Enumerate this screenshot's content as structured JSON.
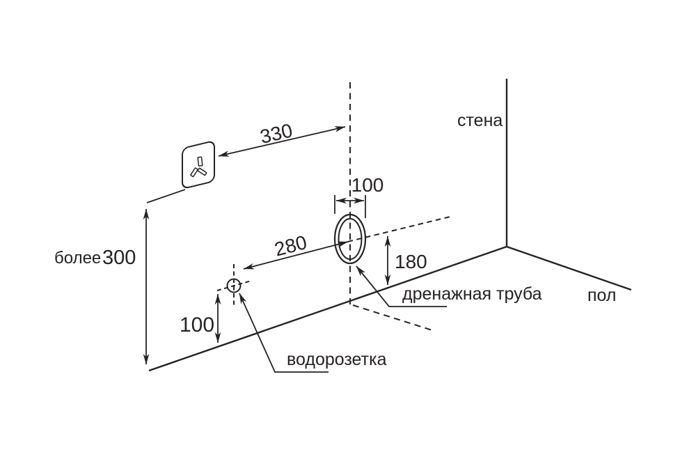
{
  "labels": {
    "wall": "стена",
    "floor": "пол",
    "drain_pipe": "дренажная труба",
    "water_outlet": "водорозетка",
    "min_qualifier": "более"
  },
  "dimensions": {
    "socket_to_pipe_axis": "330",
    "pipe_diameter": "100",
    "pipe_axis_to_outlet": "280",
    "pipe_center_height": "180",
    "outlet_height": "100",
    "socket_min_height": "300"
  },
  "icons": {
    "power_socket": "three-pin-socket-icon",
    "drain_pipe": "pipe-opening-ellipse",
    "water_outlet": "outlet-circle-crosshair"
  },
  "colors": {
    "line": "#262122",
    "background": "#ffffff"
  }
}
